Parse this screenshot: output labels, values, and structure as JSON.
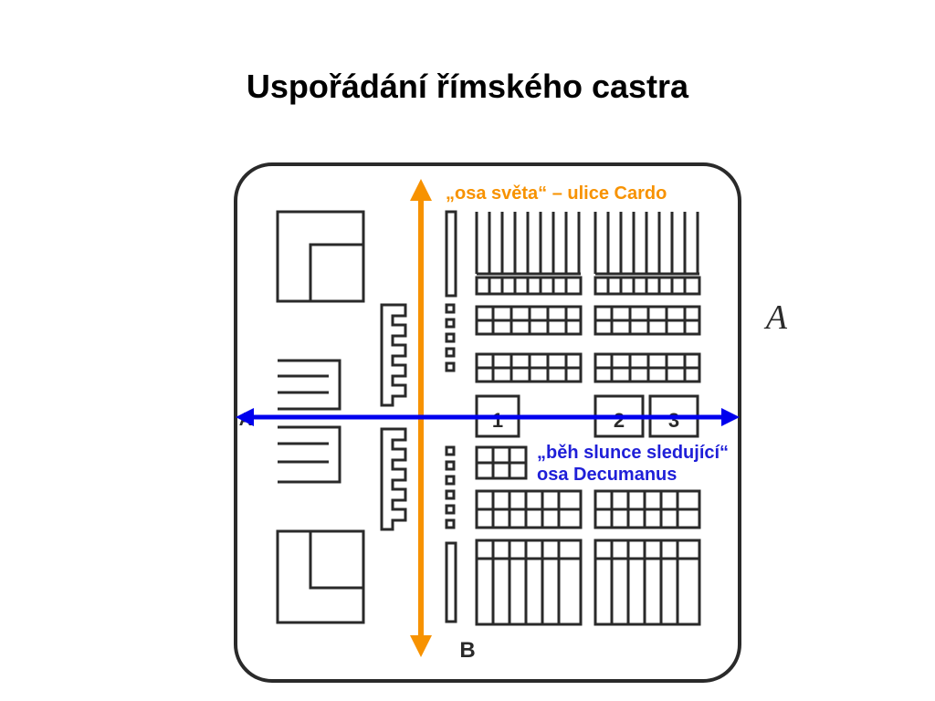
{
  "slide": {
    "title": "Uspořádání římského castra"
  },
  "plan": {
    "gate_letters": [
      "A",
      "B",
      "A"
    ],
    "building_numbers": [
      "1",
      "2",
      "3"
    ]
  },
  "annotations": {
    "cardo_label": "„osa světa“ – ulice Cardo",
    "decumanus_line1": "„běh slunce sledující“",
    "decumanus_line2": "osa Decumanus"
  },
  "colors": {
    "cardo_arrow": "#f79200",
    "decumanus_arrow": "#0000ee",
    "plan_ink": "#2a2a2a"
  }
}
